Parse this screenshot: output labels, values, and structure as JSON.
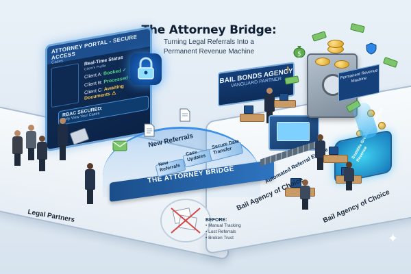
{
  "title": "The Attorney Bridge:",
  "subtitle_line1": "Turning Legal Referrals Into a",
  "subtitle_line2": "Permanent Revenue Machine",
  "portal": {
    "header": "ATTORNEY PORTAL - SECURE ACCESS",
    "cases_label": "Cases",
    "status_title": "Real-Time Status",
    "status_sub": "Client's Profile",
    "client_a": "Client A:",
    "client_a_status": "Booked",
    "client_b": "Client B:",
    "client_b_status": "Processed",
    "client_c": "Client C:",
    "client_c_status": "Awaiting Documents",
    "rbac_title": "RBAC SECURED:",
    "rbac_sub": "Only View Your Cases"
  },
  "bridge": {
    "new_referrals": "New Referrals",
    "new_referrals_small": "New Referrals",
    "case_updates": "Case Updates",
    "secure_transfer": "Secure Data Transfer",
    "deck_label": "THE ATTORNEY BRIDGE"
  },
  "agency": {
    "sign_main": "BAIL BONDS AGENCY",
    "sign_sub": "VANGUARD PARTNER",
    "machine_label": "Permanent Revenue Machine",
    "engine_label": "Automated Referral Engine",
    "pool_label": "Scalable Growth & Permanent Revenue"
  },
  "before": {
    "title": "BEFORE:",
    "items": [
      "Manual Tracking",
      "Lost Referrals",
      "Broken Trust"
    ]
  },
  "labels": {
    "legal_partners": "Legal Partners",
    "bail_agency_1": "Bail Agency of Choice",
    "bail_agency_2": "Bail Agency of Choice"
  },
  "colors": {
    "accent": "#2f74c0",
    "portal_bg": "#0b2246",
    "success": "#57d68d",
    "warning": "#f3c44e",
    "gold": "#e0ad34",
    "money": "#7dc46a"
  },
  "icons": [
    "lock-icon",
    "document-icon",
    "envelope-icon",
    "shield-icon",
    "money-bag-icon",
    "sparkle-icon"
  ]
}
